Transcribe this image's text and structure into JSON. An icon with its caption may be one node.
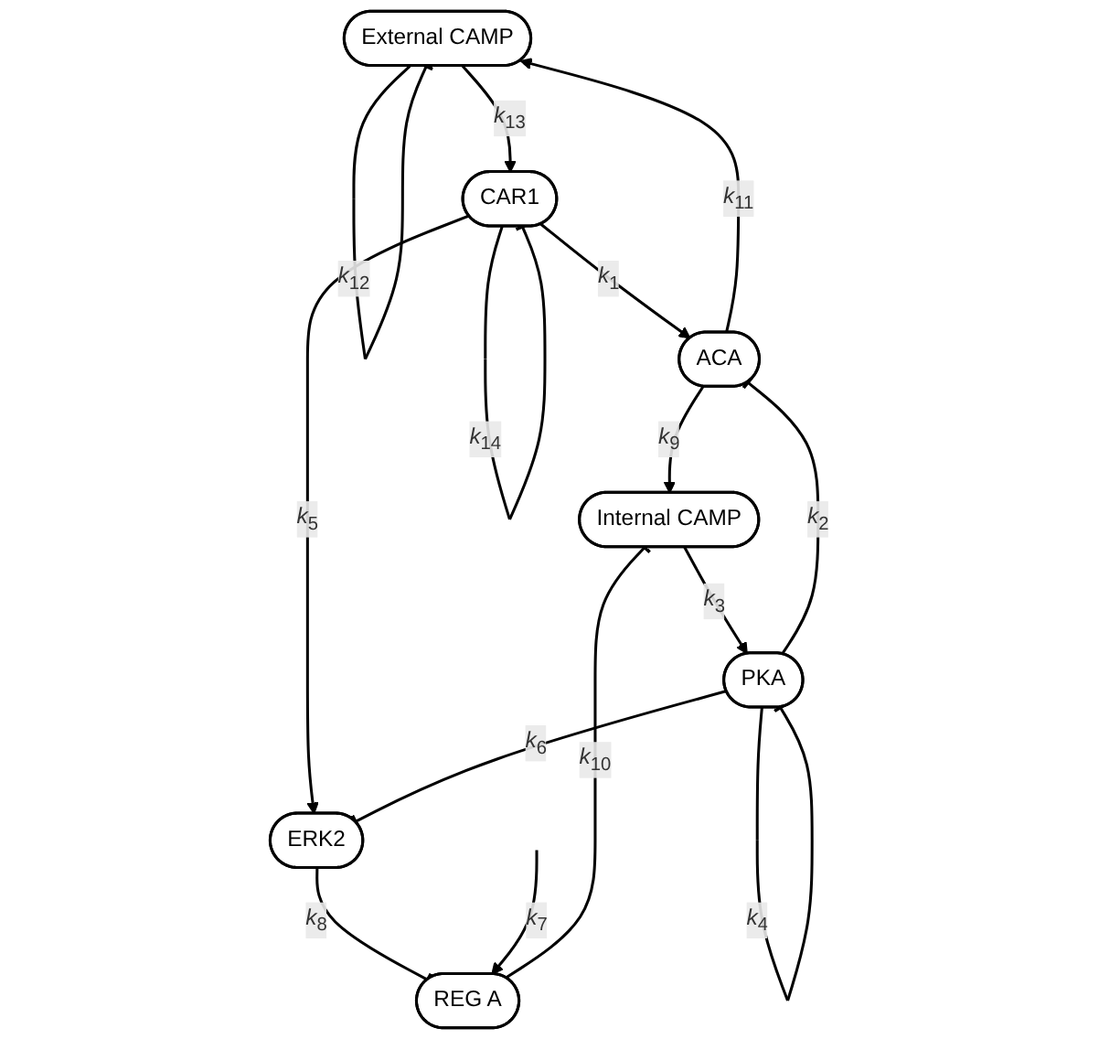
{
  "diagram": {
    "nodes": [
      {
        "text": [
          "External CAMP"
        ]
      },
      {
        "text": [
          "CAR1"
        ]
      },
      {
        "text": [
          "ACA"
        ]
      },
      {
        "text": [
          "ERK2"
        ]
      },
      {
        "text": [
          "REG A"
        ]
      },
      {
        "text": [
          "Internal CAMP"
        ]
      },
      {
        "text": [
          "PKA"
        ]
      }
    ],
    "edges": [
      {
        "from": 0,
        "to": 0,
        "arrow": "other",
        "label": "*k*$_{12}$"
      },
      {
        "from": 0,
        "to": 1,
        "arrow": "to",
        "label": "*k*$_{13}$"
      },
      {
        "from": 2,
        "to": 0,
        "arrow": "to",
        "label": "*k*$_{11}$"
      },
      {
        "from": 1,
        "to": 1,
        "arrow": "other",
        "label": "*k*$_{14}$"
      },
      {
        "from": 1,
        "to": 2,
        "arrow": "to",
        "label": "*k*$_{1}$"
      },
      {
        "from": 1,
        "to": 3,
        "arrow": "to",
        "label": "*k*$_{5}$"
      },
      {
        "from": 2,
        "to": 5,
        "arrow": "to",
        "label": "*k*$_{9}$"
      },
      {
        "from": 3,
        "to": 4,
        "arrow": "other",
        "label": "*k*$_{8}$"
      },
      {
        "from": 4,
        "to": 5,
        "arrow": "other",
        "label": "*k*$_{10}$"
      },
      {
        "from": null,
        "to": 4,
        "arrow": "to",
        "label": "*k*$_{7}$"
      },
      {
        "from": 5,
        "to": 6,
        "arrow": "to",
        "label": "*k*$_{3}$"
      },
      {
        "from": 6,
        "to": 2,
        "arrow": "other",
        "label": "*k*$_{2}$"
      },
      {
        "from": 6,
        "to": 3,
        "arrow": "other",
        "label": "*k*$_{6}$"
      },
      {
        "from": 6,
        "to": 6,
        "arrow": "other",
        "label": "*k*$_{4}$"
      }
    ]
  }
}
